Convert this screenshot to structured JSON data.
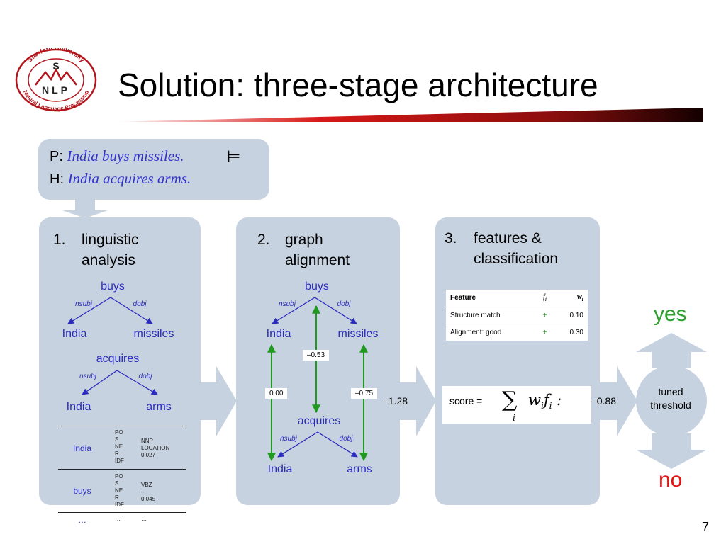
{
  "slide": {
    "title": "Solution: three-stage architecture",
    "page_number": "7",
    "logo": {
      "text": "Stanford University Natural Language Processing",
      "letters": "S N L P",
      "colors": {
        "red": "#b3141b"
      }
    }
  },
  "pair": {
    "p_tag": "P:",
    "p_text": "India buys missiles.",
    "h_tag": "H:",
    "h_text": "India acquires arms.",
    "entails_symbol": "⊨"
  },
  "stages": [
    {
      "number": "1.",
      "title": "linguistic\nanalysis"
    },
    {
      "number": "2.",
      "title": "graph\nalignment"
    },
    {
      "number": "3.",
      "title": "features &\nclassification"
    }
  ],
  "stage1": {
    "tree_p": {
      "root": "buys",
      "left_rel": "nsubj",
      "right_rel": "dobj",
      "left": "India",
      "right": "missiles"
    },
    "tree_h": {
      "root": "acquires",
      "left_rel": "nsubj",
      "right_rel": "dobj",
      "left": "India",
      "right": "arms"
    },
    "table": [
      {
        "word": "India",
        "features": "PO\nS\nNE\nR\nIDF",
        "values": "NNP\nLOCATION\n0.027"
      },
      {
        "word": "buys",
        "features": "PO\nS\nNE\nR\nIDF",
        "values": "VBZ\n–\n0.045"
      },
      {
        "word": "…",
        "features": "…",
        "values": "…"
      }
    ]
  },
  "stage2": {
    "p_tree": {
      "root": "buys",
      "left_rel": "nsubj",
      "right_rel": "dobj",
      "left": "India",
      "right": "missiles"
    },
    "h_tree": {
      "root": "acquires",
      "left_rel": "nsubj",
      "right_rel": "dobj",
      "left": "India",
      "right": "arms"
    },
    "alignments": {
      "india": "0.00",
      "buys": "–0.53",
      "missiles": "–0.75"
    }
  },
  "stage3": {
    "table": {
      "headers": {
        "feature": "Feature",
        "fi": "f",
        "fi_sub": "i",
        "wi": "w",
        "wi_sub": "i"
      },
      "rows": [
        {
          "feature": "Structure match",
          "sign": "+",
          "weight": "0.10"
        },
        {
          "feature": "Alignment: good",
          "sign": "+",
          "weight": "0.30"
        }
      ]
    },
    "score_label": "score =",
    "score_value": "–0.88"
  },
  "alignment_total": "–1.28",
  "threshold": {
    "label": "tuned\nthreshold",
    "yes": "yes",
    "no": "no"
  },
  "colors": {
    "panel": "#c6d2df",
    "arrow": "#c6d2df",
    "node_text": "#2b2bbd",
    "align_arrow": "#1f9a1f",
    "yes": "#2ca22c",
    "no": "#e21515"
  }
}
